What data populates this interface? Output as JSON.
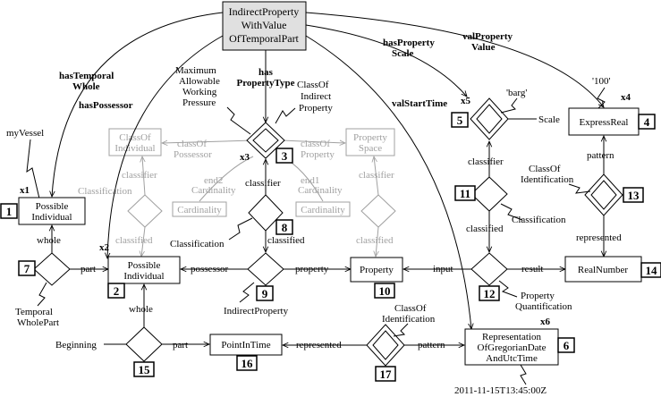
{
  "nodes": {
    "n1": {
      "label": [
        "Possible",
        "Individual"
      ],
      "id": "1",
      "mult": "x1"
    },
    "n2": {
      "label": [
        "Possible",
        "Individual"
      ],
      "id": "2",
      "mult": "x2"
    },
    "n3": {
      "label": [
        "ClassOf",
        "Indirect",
        "Property"
      ],
      "id": "3",
      "mult": "x3"
    },
    "n4": {
      "label": [
        "ExpressReal"
      ],
      "id": "4",
      "mult": "x4"
    },
    "n5": {
      "label": [
        "Scale"
      ],
      "id": "5",
      "mult": "x5"
    },
    "n6": {
      "label": [
        "Representation",
        "OfGregorianDate",
        "AndUtcTime"
      ],
      "id": "6",
      "mult": "x6"
    },
    "n7": {
      "label": [
        "Temporal",
        "WholePart"
      ],
      "id": "7"
    },
    "n8": {
      "label": [
        "Classification"
      ],
      "id": "8"
    },
    "n9": {
      "label": [
        "IndirectProperty"
      ],
      "id": "9"
    },
    "n10": {
      "label": [
        "Property"
      ],
      "id": "10"
    },
    "n11": {
      "label": [
        "Classification"
      ],
      "id": "11"
    },
    "n12": {
      "label": [
        "Property",
        "Quantification"
      ],
      "id": "12"
    },
    "n13": {
      "label": [
        "ClassOf",
        "Identification"
      ],
      "id": "13"
    },
    "n14": {
      "label": [
        "RealNumber"
      ],
      "id": "14"
    },
    "n15": {
      "label": [
        "Beginning"
      ],
      "id": "15"
    },
    "n16": {
      "label": [
        "PointInTime"
      ],
      "id": "16"
    },
    "n17": {
      "label": [
        "ClassOf",
        "Identification"
      ],
      "id": "17"
    }
  },
  "top_box": [
    "IndirectProperty",
    "WithValue",
    "OfTemporalPart"
  ],
  "edge_labels": {
    "has_temporal_whole": [
      "hasTemporal",
      "Whole"
    ],
    "has_possessor": "hasPossessor",
    "has_property_type": [
      "has",
      "PropertyType"
    ],
    "val_start_time": "valStartTime",
    "has_property_scale": [
      "hasProperty",
      "Scale"
    ],
    "val_property_value": [
      "valProperty",
      "Value"
    ],
    "max_allowable": [
      "Maximum",
      "Allowable",
      "Working",
      "Pressure"
    ],
    "my_vessel": "myVessel",
    "barg": "'barg'",
    "hundred": "'100'",
    "datetime": "2011-11-15T13:45:00Z",
    "whole": "whole",
    "part": "part",
    "classifier": "classifier",
    "classified": "classified",
    "possessor": "possessor",
    "property": "property",
    "input": "input",
    "result": "result",
    "pattern": "pattern",
    "represented": "represented"
  },
  "grey": {
    "class_of_individual": [
      "ClassOf",
      "Individual"
    ],
    "property_space": [
      "Property",
      "Space"
    ],
    "cardinality": "Cardinality",
    "class_of_possessor": [
      "classOf",
      "Possessor"
    ],
    "class_of_property": [
      "classOf",
      "Property"
    ],
    "end2": [
      "end2",
      "Cardinality"
    ],
    "end1": [
      "end1",
      "Cardinality"
    ],
    "classifier": "classifier",
    "classified": "classified",
    "classification": "Classification"
  },
  "colors": {
    "line": "#000000",
    "faded": "#a0a0a0",
    "top_fill": "#e0e0e0"
  }
}
